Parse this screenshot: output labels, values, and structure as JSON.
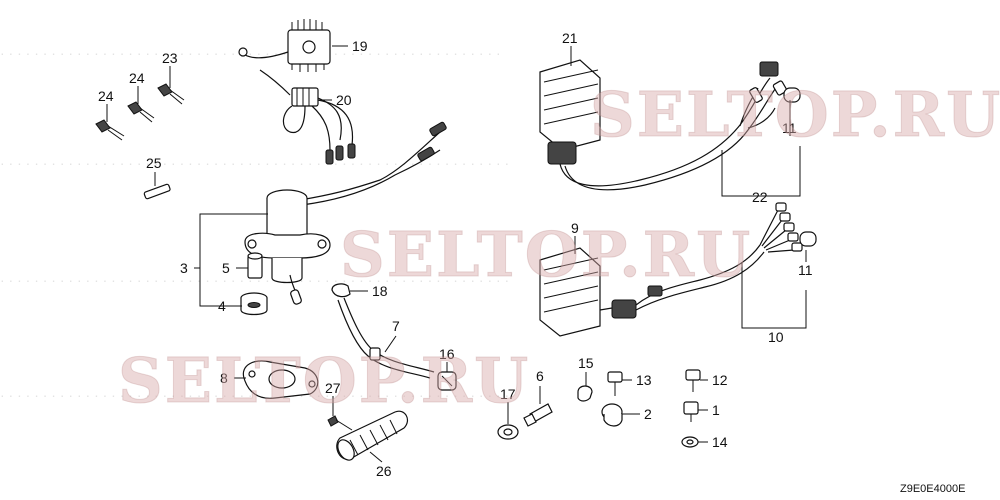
{
  "diagram": {
    "code": "Z9E0E4000E",
    "watermark": "SELTOP.RU",
    "callouts": [
      "1",
      "2",
      "3",
      "4",
      "5",
      "6",
      "7",
      "8",
      "9",
      "10",
      "11",
      "11",
      "12",
      "13",
      "14",
      "15",
      "16",
      "17",
      "18",
      "19",
      "20",
      "21",
      "22",
      "23",
      "24",
      "24",
      "25",
      "26",
      "27"
    ]
  }
}
